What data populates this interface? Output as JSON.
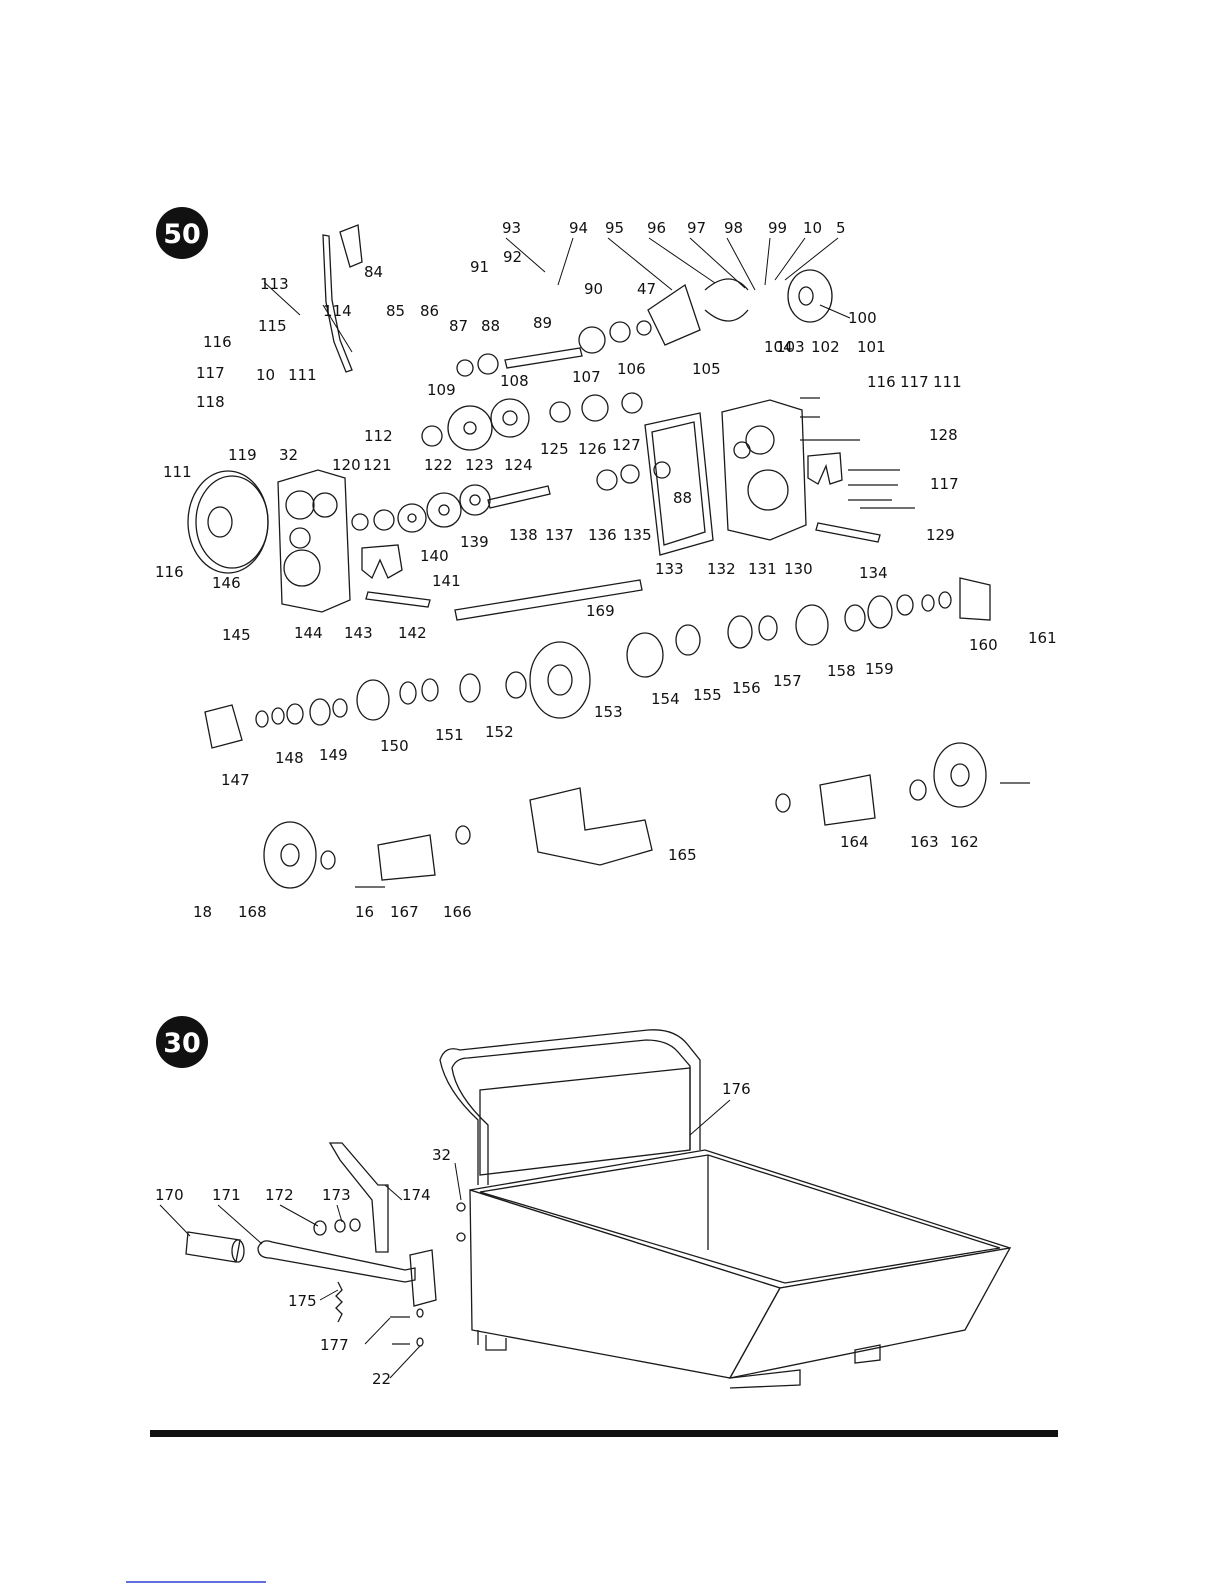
{
  "diagram_top": {
    "badge": "50",
    "callouts": [
      "93",
      "94",
      "95",
      "96",
      "97",
      "98",
      "99",
      "10",
      "5",
      "84",
      "92",
      "91",
      "90",
      "47",
      "100",
      "113",
      "114",
      "85",
      "86",
      "87",
      "88",
      "89",
      "104",
      "105",
      "106",
      "107",
      "103",
      "102",
      "101",
      "115",
      "116",
      "117",
      "10",
      "111",
      "109",
      "108",
      "125",
      "126",
      "127",
      "116",
      "117",
      "111",
      "118",
      "112",
      "88",
      "128",
      "119",
      "32",
      "120",
      "121",
      "122",
      "123",
      "124",
      "117",
      "111",
      "116",
      "140",
      "139",
      "138",
      "137",
      "136",
      "135",
      "133",
      "132",
      "131",
      "130",
      "134",
      "129",
      "146",
      "141",
      "144",
      "145",
      "143",
      "142",
      "169",
      "161",
      "160",
      "159",
      "158",
      "157",
      "156",
      "155",
      "154",
      "153",
      "152",
      "151",
      "150",
      "149",
      "148",
      "147",
      "165",
      "164",
      "163",
      "162",
      "18",
      "168",
      "16",
      "167",
      "166"
    ]
  },
  "diagram_bottom": {
    "badge": "30",
    "callouts": [
      "176",
      "32",
      "170",
      "171",
      "172",
      "173",
      "174",
      "175",
      "177",
      "22"
    ]
  },
  "colors": {
    "ink": "#111111",
    "badge": "#111111",
    "paper": "#ffffff",
    "link": "#2b3fd6"
  }
}
